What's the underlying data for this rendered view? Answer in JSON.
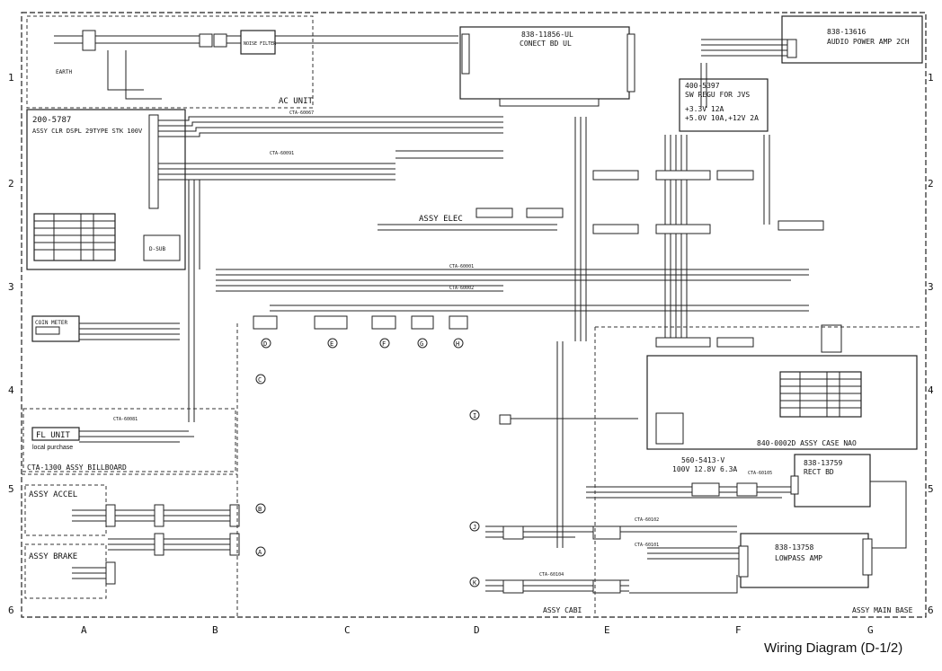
{
  "caption": "Wiring Diagram (D-1/2)",
  "grid": {
    "columns": [
      "A",
      "B",
      "C",
      "D",
      "E",
      "F",
      "G"
    ],
    "rows": [
      "1",
      "2",
      "3",
      "4",
      "5",
      "6"
    ]
  },
  "blocks": {
    "ac_unit": "AC UNIT",
    "conect_bd_part": "838-11856-UL",
    "conect_bd": "CONECT BD UL",
    "amp_part": "838-13616",
    "amp": "AUDIO POWER AMP 2CH",
    "sw_regu_part": "400-5397",
    "sw_regu": "SW REGU FOR JVS",
    "sw_regu_v1": "+3.3V 12A",
    "sw_regu_v2": "+5.0V 10A,+12V 2A",
    "cld_part": "200-5787",
    "cld": "ASSY CLR DSPL 29TYPE STK 100V",
    "assy_elec": "ASSY ELEC",
    "coin_meter": "COIN METER",
    "fl_unit": "FL UNIT",
    "fl_note": "local purchase",
    "billboard": "CTA-1300 ASSY BILLBOARD",
    "accel": "ASSY ACCEL",
    "brake": "ASSY BRAKE",
    "case_nao": "840-0002D ASSY CASE NAO",
    "psu_part": "560-5413-V",
    "psu": "100V 12.8V 6.3A",
    "rect_part": "838-13759",
    "rect": "RECT BD",
    "lowpass_part": "838-13758",
    "lowpass": "LOWPASS AMP",
    "cabi": "ASSY CABI",
    "main_base": "ASSY MAIN BASE",
    "noise_filter": "NOISE FILTER",
    "earth": "EARTH",
    "d_sub": "D-SUB"
  },
  "connectors": [
    "D",
    "E",
    "F",
    "G",
    "H",
    "C",
    "B",
    "A",
    "I",
    "J",
    "K"
  ],
  "wire_labels": [
    "CTA-60067",
    "CTA-60091",
    "CTA-60105",
    "CTA-60102",
    "CTA-60101",
    "CTA-60104",
    "CTA-60081",
    "CTA-60001",
    "CTA-60002"
  ]
}
